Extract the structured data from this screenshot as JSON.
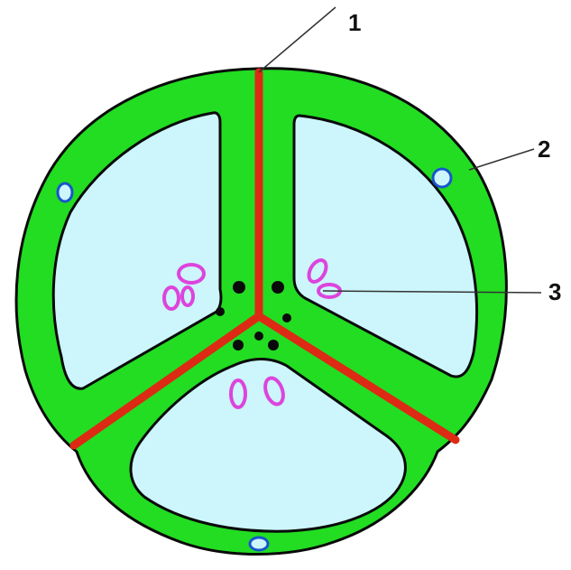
{
  "colors": {
    "tissue": "#22dd22",
    "chamber": "#ccf6fb",
    "outline": "#0a0a0a",
    "red_line": "#dd2a14",
    "ovule": "#dd44dd",
    "bundle": "#1a55cc",
    "background": "#ffffff"
  },
  "callouts": [
    {
      "id": "1",
      "label": "1"
    },
    {
      "id": "2",
      "label": "2"
    },
    {
      "id": "3",
      "label": "3"
    }
  ]
}
